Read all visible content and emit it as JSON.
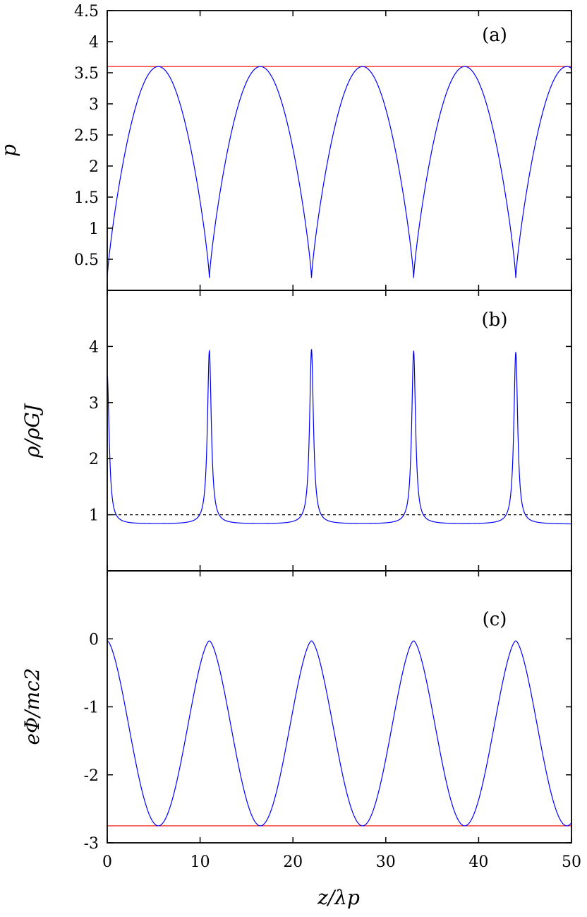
{
  "chart_data": [
    {
      "type": "line",
      "panel_label": "(a)",
      "ylabel": "p",
      "xlim": [
        0,
        50
      ],
      "ylim": [
        0,
        4.5
      ],
      "yticks": [
        "0.5",
        "1",
        "1.5",
        "2",
        "2.5",
        "3",
        "3.5",
        "4",
        "4.5"
      ],
      "grid": false,
      "series": [
        {
          "color": "#0000ff",
          "x": [
            0,
            2.75,
            5.5,
            8.25,
            11,
            13.75,
            16.5,
            19.25,
            22,
            24.75,
            27.5,
            30.25,
            33,
            35.75,
            38.5,
            41.25,
            44,
            46.75,
            49.5,
            50
          ],
          "y": [
            0.2,
            3.1,
            3.6,
            3.1,
            0.2,
            3.1,
            3.6,
            3.1,
            0.2,
            3.1,
            3.6,
            3.1,
            0.2,
            3.1,
            3.6,
            3.1,
            0.2,
            3.1,
            3.6,
            3.6
          ]
        },
        {
          "color": "#ff0000",
          "x": [
            0,
            50
          ],
          "y": [
            3.6,
            3.6
          ]
        }
      ]
    },
    {
      "type": "line",
      "panel_label": "(b)",
      "ylabel": "ρ/ρGJ",
      "xlim": [
        0,
        50
      ],
      "ylim": [
        0,
        5
      ],
      "yticks": [
        "1",
        "2",
        "3",
        "4"
      ],
      "grid": false,
      "series": [
        {
          "color": "#0000ff",
          "x": [
            0,
            1,
            5.5,
            10,
            11,
            12,
            16.5,
            21,
            22,
            23,
            27.5,
            32,
            33,
            34,
            38.5,
            43,
            44,
            45,
            50
          ],
          "y": [
            3.5,
            0.9,
            0.83,
            0.9,
            3.93,
            0.9,
            0.83,
            0.9,
            3.95,
            0.9,
            0.83,
            0.9,
            3.92,
            0.9,
            0.83,
            0.9,
            3.9,
            0.9,
            0.83
          ]
        },
        {
          "color": "#000000",
          "style": "dashed",
          "x": [
            0,
            50
          ],
          "y": [
            1,
            1
          ]
        }
      ]
    },
    {
      "type": "line",
      "panel_label": "(c)",
      "ylabel": "eΦ/mc2",
      "xlabel": "z/λp",
      "xlim": [
        0,
        50
      ],
      "xticks": [
        "0",
        "10",
        "20",
        "30",
        "40",
        "50"
      ],
      "ylim": [
        -3,
        1
      ],
      "yticks": [
        "0",
        "-1",
        "-2",
        "-3"
      ],
      "grid": false,
      "series": [
        {
          "color": "#0000ff",
          "x": [
            0,
            2.75,
            5.5,
            8.25,
            11,
            13.75,
            16.5,
            19.25,
            22,
            24.75,
            27.5,
            30.25,
            33,
            35.75,
            38.5,
            41.25,
            44,
            46.75,
            50
          ],
          "y": [
            -0.03,
            -1.4,
            -2.75,
            -1.4,
            -0.03,
            -1.4,
            -2.75,
            -1.4,
            -0.03,
            -1.4,
            -2.75,
            -1.4,
            -0.03,
            -1.4,
            -2.75,
            -1.4,
            -0.03,
            -1.4,
            -2.75
          ]
        },
        {
          "color": "#ff0000",
          "x": [
            0,
            50
          ],
          "y": [
            -2.75,
            -2.75
          ]
        }
      ]
    }
  ]
}
